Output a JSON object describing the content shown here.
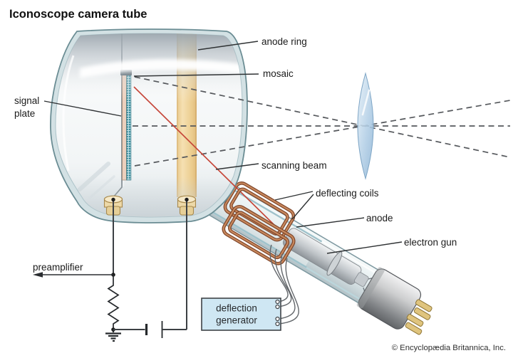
{
  "title": "Iconoscope camera tube",
  "credit": "© Encyclopædia Britannica, Inc.",
  "labels": {
    "signal_plate_line1": "signal",
    "signal_plate_line2": "plate",
    "anode_ring": "anode ring",
    "mosaic": "mosaic",
    "scanning_beam": "scanning beam",
    "deflecting_coils": "deflecting coils",
    "anode": "anode",
    "electron_gun": "electron gun",
    "preamplifier": "preamplifier",
    "deflection_generator_line1": "deflection",
    "deflection_generator_line2": "generator"
  },
  "colors": {
    "glass_outline": "#6b8d94",
    "anode_ring_band": "#edcf93",
    "coil_copper": "#b5714a",
    "scanning_beam_red": "#c64639",
    "lens_blue": "#a9c8e2",
    "generator_box_fill": "#cfe7f3",
    "mosaic_teal": "#1e7a8c",
    "wire_dark": "#3c4044"
  }
}
